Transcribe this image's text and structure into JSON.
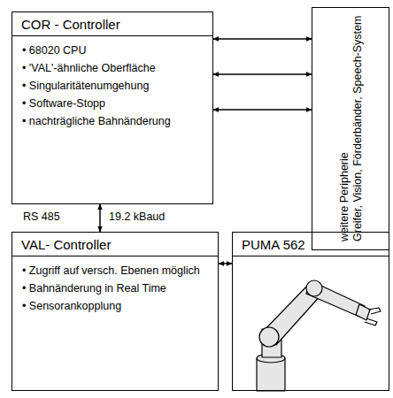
{
  "diagram": {
    "nodes": [
      {
        "text": [
          "COR - Controller",
          "• 68020 CPU",
          "• 'VAL'-ähnliche Oberfläche",
          "• Singularitätenumgehung",
          "• Software-Stopp",
          "• nachträgliche Bahnänderung"
        ]
      },
      {
        "text": [
          "weitere Peripherie",
          "Greifer, Vision, Förderbänder, Speech-System"
        ]
      },
      {
        "text": [
          "VAL- Controller",
          "• Zugriff auf versch. Ebenen möglich",
          "• Bahnänderung in Real Time",
          "• Sensorankopplung"
        ]
      },
      {
        "text": [
          "PUMA 562"
        ]
      }
    ],
    "edges": [
      {
        "from": 0,
        "to": 1,
        "arrow": "both"
      },
      {
        "from": 0,
        "to": 1,
        "arrow": "both"
      },
      {
        "from": 0,
        "to": 1,
        "arrow": "both"
      },
      {
        "from": 0,
        "to": 2,
        "arrow": "both"
      },
      {
        "from": 2,
        "to": 3,
        "arrow": "both"
      }
    ],
    "labels": [
      "RS 485",
      "19.2 kBaud"
    ]
  }
}
